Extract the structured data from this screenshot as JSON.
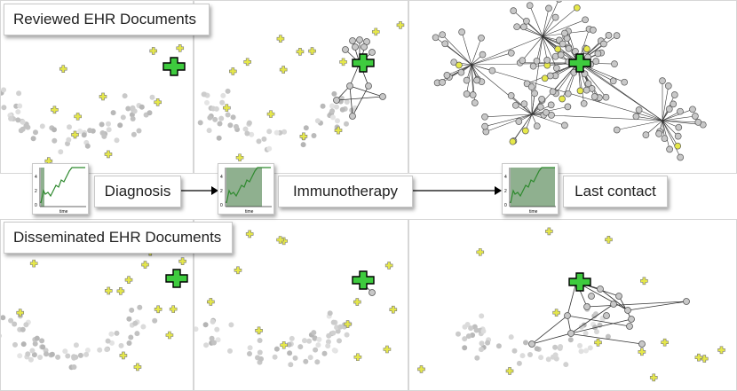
{
  "sections": {
    "reviewed_title": "Reviewed EHR Documents",
    "disseminated_title": "Disseminated EHR Documents"
  },
  "timeline": {
    "events": [
      "Diagnosis",
      "Immunotherapy",
      "Last contact"
    ],
    "thumbnail_axis_label": "time",
    "thumbnail_y_ticks": [
      "4",
      "2",
      "0"
    ]
  },
  "colors": {
    "patient_marker": "#3ecb3e",
    "document_marker": "#e6e84a",
    "node_gray": "#c8c8c8",
    "highlight_fill": "#8fb08f",
    "trend_line": "#2f8a2f"
  },
  "icons": {
    "patient": "green-plus-icon",
    "document": "yellow-plus-icon"
  }
}
